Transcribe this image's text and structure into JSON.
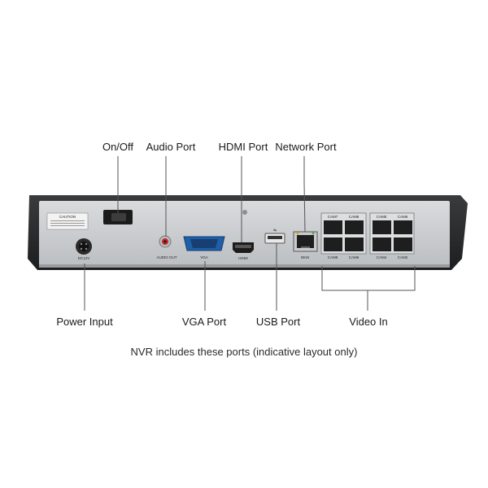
{
  "labels": {
    "on_off": "On/Off",
    "audio_port": "Audio Port",
    "hdmi_port": "HDMI Port",
    "network_port": "Network Port",
    "power_input": "Power Input",
    "vga_port": "VGA Port",
    "usb_port": "USB Port",
    "video_in": "Video In"
  },
  "caption": "NVR includes these ports (indicative layout only)",
  "device": {
    "caution": "CAUTION",
    "audio_out": "AUDIO OUT",
    "vga": "VGA",
    "hdmi": "HDMI",
    "wan": "WAN",
    "power": "DC12V",
    "cams_top": [
      "CAM7",
      "CAM8",
      "CAM5",
      "CAM6"
    ],
    "cams_bottom": [
      "CAM8",
      "CAM6",
      "CAM4",
      "CAM2"
    ]
  }
}
